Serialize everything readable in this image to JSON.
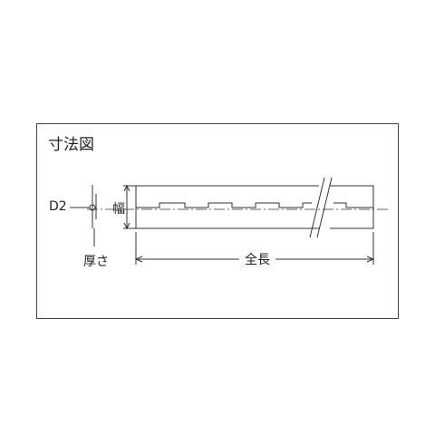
{
  "diagram": {
    "title": "寸法図",
    "labels": {
      "d2": "D2",
      "width": "幅",
      "thickness": "厚さ",
      "total_length": "全長"
    }
  }
}
